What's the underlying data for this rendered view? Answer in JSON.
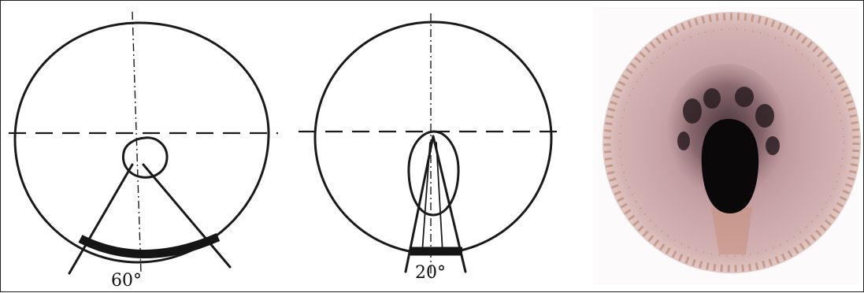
{
  "figure": {
    "panels": [
      {
        "id": "wide-aperture-diagram",
        "angle_label": "60°"
      },
      {
        "id": "narrow-aperture-diagram",
        "angle_label": "20°"
      },
      {
        "id": "microscope-photo"
      }
    ],
    "colors": {
      "ink": "#1a1a1a",
      "photo_background": "#fcfafa",
      "photo_tissue": "#c7a3a6",
      "photo_nucleus": "#0a0808",
      "photo_rim": "#b07a60"
    }
  }
}
